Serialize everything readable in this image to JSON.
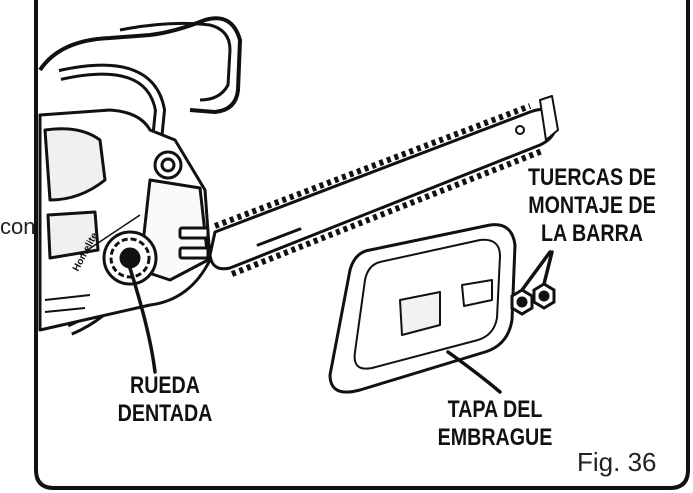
{
  "side_text": "con",
  "labels": {
    "nuts_line1": "TUERCAS DE",
    "nuts_line2": "MONTAJE DE",
    "nuts_line3": "LA BARRA",
    "sprocket_line1": "RUEDA",
    "sprocket_line2": "DENTADA",
    "cover_line1": "TAPA DEL",
    "cover_line2": "EMBRAGUE"
  },
  "figure_number": "Fig. 36",
  "saw_brand_mark": "Homelite"
}
